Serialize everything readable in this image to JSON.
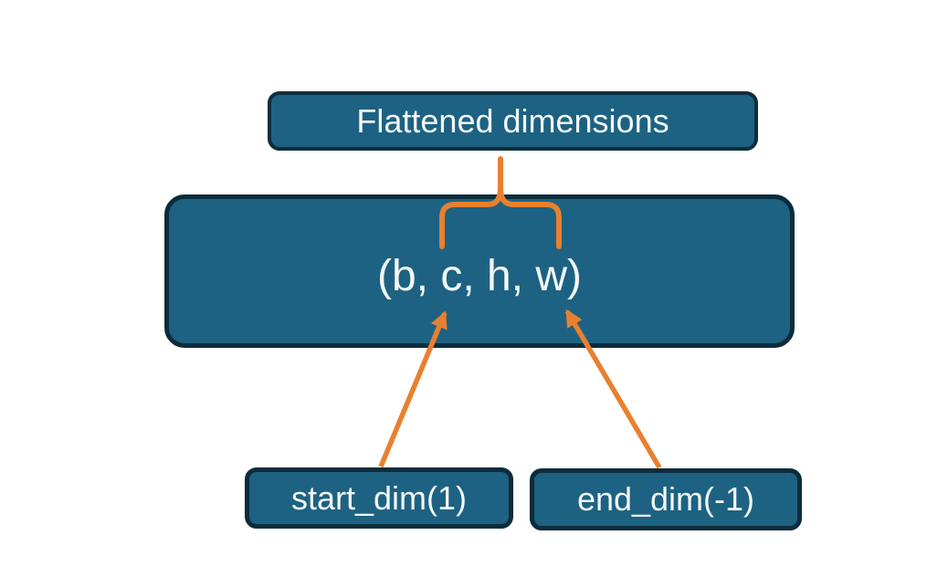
{
  "diagram": {
    "nodes": {
      "flattened": {
        "label": "Flattened dimensions"
      },
      "tensor": {
        "label": "(b, c, h, w)"
      },
      "start_dim": {
        "label": "start_dim(1)"
      },
      "end_dim": {
        "label": "end_dim(-1)"
      }
    },
    "connectors": [
      {
        "name": "brace",
        "from": "flattened",
        "to": "tensor"
      },
      {
        "name": "start-dim-arrow",
        "from": "start_dim",
        "to": "tensor"
      },
      {
        "name": "end-dim-arrow",
        "from": "end_dim",
        "to": "tensor"
      }
    ]
  },
  "colors": {
    "node_fill": "#1d6282",
    "node_border": "#0d2c3b",
    "connector": "#e8802f",
    "text": "#f3f7f8",
    "background": "#ffffff"
  }
}
